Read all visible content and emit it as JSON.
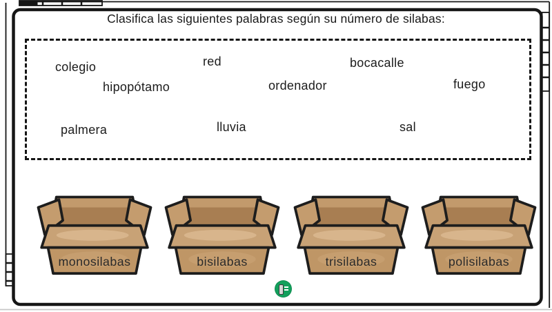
{
  "title": "Clasifica las siguientes palabras según su número de silabas:",
  "words": [
    {
      "text": "colegio"
    },
    {
      "text": "red"
    },
    {
      "text": "bocacalle"
    },
    {
      "text": "hipopótamo"
    },
    {
      "text": "ordenador"
    },
    {
      "text": "fuego"
    },
    {
      "text": "palmera"
    },
    {
      "text": "lluvia"
    },
    {
      "text": "sal"
    }
  ],
  "boxes": [
    {
      "label": "monosilabas"
    },
    {
      "label": "bisilabas"
    },
    {
      "label": "trisilabas"
    },
    {
      "label": "polisilabas"
    }
  ],
  "widget_button": {
    "icon": "green-circle-button"
  },
  "colors": {
    "cardboard": "#c49c6e",
    "cardboard_inner": "#a87e52",
    "cardboard_rim": "#c8a276",
    "outline": "#1d1d1d",
    "accent_green": "#12a05c",
    "text": "#1c1c1c"
  }
}
